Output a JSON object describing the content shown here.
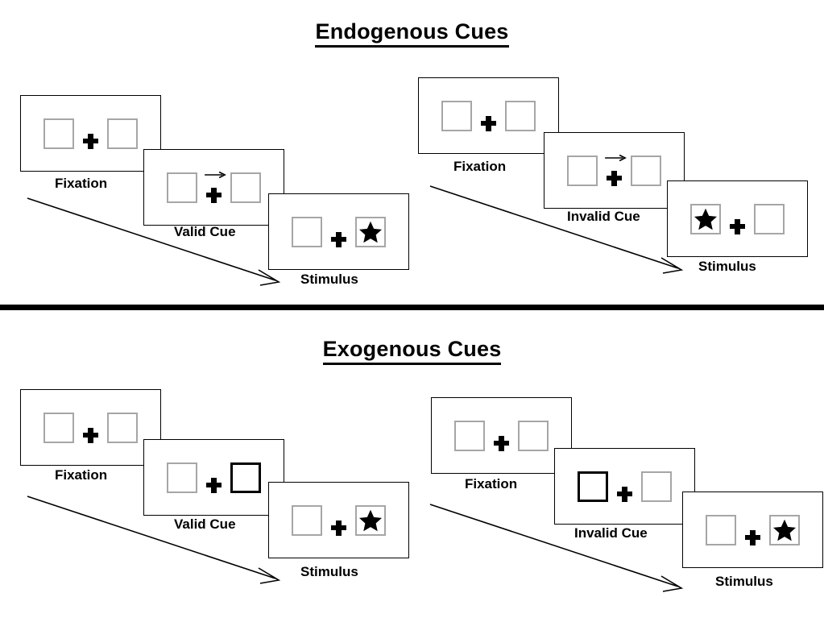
{
  "figure": {
    "type": "diagram",
    "subject": "Posner cueing paradigm: endogenous vs exogenous spatial attention cues",
    "divider_color": "#000000",
    "box_border_color": "#a6a6a6",
    "highlight_border_color": "#000000",
    "ink_color": "#000000",
    "background_color": "#ffffff"
  },
  "sections": [
    {
      "id": "endogenous",
      "title": "Endogenous Cues",
      "columns": [
        {
          "id": "endogenous-valid",
          "cue_type": "arrow",
          "frames": [
            {
              "label": "Fixation",
              "left_box": "empty",
              "right_box": "empty",
              "center": "plus",
              "cue": "none"
            },
            {
              "label": "Valid Cue",
              "left_box": "empty",
              "right_box": "empty",
              "center": "plus",
              "cue": "arrow-right-icon"
            },
            {
              "label": "Stimulus",
              "left_box": "empty",
              "right_box": "star",
              "center": "plus",
              "cue": "none"
            }
          ],
          "time_arrow": "diagonal-time-arrow"
        },
        {
          "id": "endogenous-invalid",
          "cue_type": "arrow",
          "frames": [
            {
              "label": "Fixation",
              "left_box": "empty",
              "right_box": "empty",
              "center": "plus",
              "cue": "none"
            },
            {
              "label": "Invalid Cue",
              "left_box": "empty",
              "right_box": "empty",
              "center": "plus",
              "cue": "arrow-right-icon"
            },
            {
              "label": "Stimulus",
              "left_box": "star",
              "right_box": "empty",
              "center": "plus",
              "cue": "none"
            }
          ],
          "time_arrow": "diagonal-time-arrow"
        }
      ]
    },
    {
      "id": "exogenous",
      "title": "Exogenous Cues",
      "columns": [
        {
          "id": "exogenous-valid",
          "cue_type": "box-flash",
          "frames": [
            {
              "label": "Fixation",
              "left_box": "empty",
              "right_box": "empty",
              "center": "plus",
              "cue": "none"
            },
            {
              "label": "Valid Cue",
              "left_box": "empty",
              "right_box": "highlight",
              "center": "plus",
              "cue": "none"
            },
            {
              "label": "Stimulus",
              "left_box": "empty",
              "right_box": "star",
              "center": "plus",
              "cue": "none"
            }
          ],
          "time_arrow": "diagonal-time-arrow"
        },
        {
          "id": "exogenous-invalid",
          "cue_type": "box-flash",
          "frames": [
            {
              "label": "Fixation",
              "left_box": "empty",
              "right_box": "empty",
              "center": "plus",
              "cue": "none"
            },
            {
              "label": "Invalid Cue",
              "left_box": "highlight",
              "right_box": "empty",
              "center": "plus",
              "cue": "none"
            },
            {
              "label": "Stimulus",
              "left_box": "empty",
              "right_box": "star",
              "center": "plus",
              "cue": "none"
            }
          ],
          "time_arrow": "diagonal-time-arrow"
        }
      ]
    }
  ]
}
